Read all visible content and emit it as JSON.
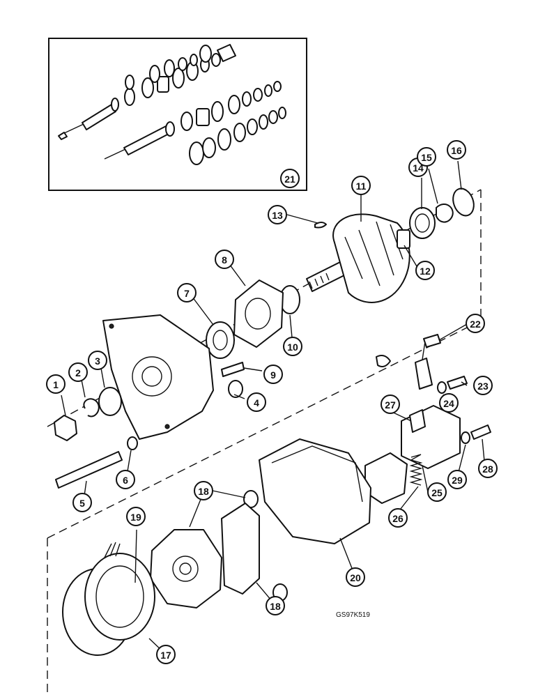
{
  "diagram": {
    "drawing_code": "GS97K519",
    "callouts": [
      {
        "id": "c1",
        "label": "1"
      },
      {
        "id": "c2",
        "label": "2"
      },
      {
        "id": "c3",
        "label": "3"
      },
      {
        "id": "c4",
        "label": "4"
      },
      {
        "id": "c5",
        "label": "5"
      },
      {
        "id": "c6",
        "label": "6"
      },
      {
        "id": "c7",
        "label": "7"
      },
      {
        "id": "c8",
        "label": "8"
      },
      {
        "id": "c9",
        "label": "9"
      },
      {
        "id": "c10",
        "label": "10"
      },
      {
        "id": "c11",
        "label": "11"
      },
      {
        "id": "c12",
        "label": "12"
      },
      {
        "id": "c13",
        "label": "13"
      },
      {
        "id": "c14",
        "label": "14"
      },
      {
        "id": "c15",
        "label": "15"
      },
      {
        "id": "c16",
        "label": "16"
      },
      {
        "id": "c17",
        "label": "17"
      },
      {
        "id": "c18a",
        "label": "18"
      },
      {
        "id": "c18b",
        "label": "18"
      },
      {
        "id": "c19",
        "label": "19"
      },
      {
        "id": "c20",
        "label": "20"
      },
      {
        "id": "c21",
        "label": "21"
      },
      {
        "id": "c22",
        "label": "22"
      },
      {
        "id": "c23",
        "label": "23"
      },
      {
        "id": "c24",
        "label": "24"
      },
      {
        "id": "c25",
        "label": "25"
      },
      {
        "id": "c26",
        "label": "26"
      },
      {
        "id": "c27",
        "label": "27"
      },
      {
        "id": "c28",
        "label": "28"
      },
      {
        "id": "c29",
        "label": "29"
      }
    ]
  }
}
